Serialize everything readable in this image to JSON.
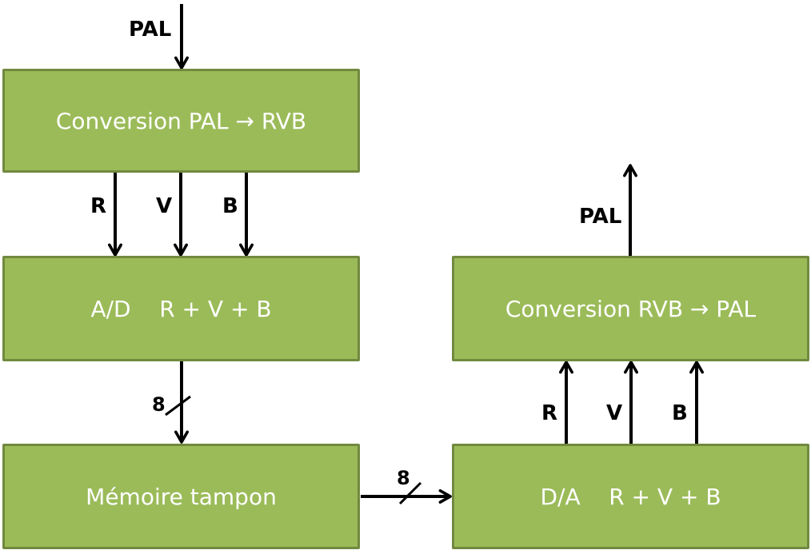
{
  "diagram": {
    "blocks": {
      "pal_to_rgb": "Conversion PAL → RVB",
      "adc": "A/D    R + V + B",
      "buffer": "Mémoire tampon",
      "rgb_to_pal": "Conversion RVB → PAL",
      "dac": "D/A    R + V + B"
    },
    "labels": {
      "input": "PAL",
      "output": "PAL",
      "left_r": "R",
      "left_v": "V",
      "left_b": "B",
      "right_r": "R",
      "right_v": "V",
      "right_b": "B",
      "bus_width_1": "8",
      "bus_width_2": "8"
    },
    "colors": {
      "block_fill": "#9bbb59",
      "block_border": "#71893f",
      "text": "#ffffff",
      "wire": "#000000"
    }
  }
}
